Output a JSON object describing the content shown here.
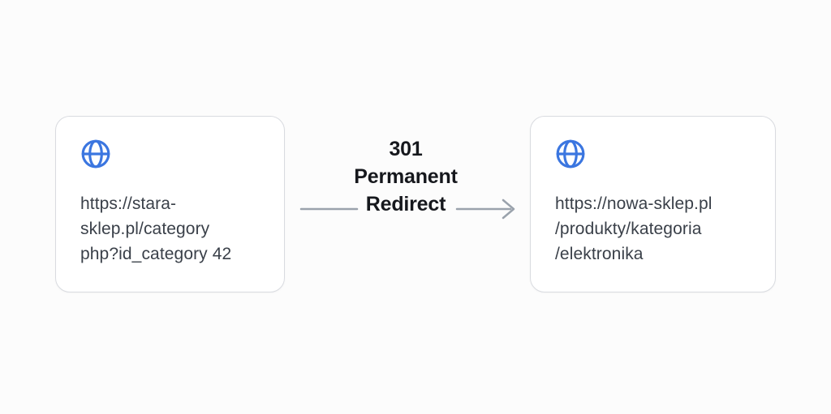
{
  "diagram": {
    "redirect_label": "301\nPermanent\nRedirect",
    "source": {
      "icon": "globe-icon",
      "url_lines": "https://stara-\nsklep.pl/category\nphp?id_category 42"
    },
    "target": {
      "icon": "globe-icon",
      "url_lines": "https://nowa-sklep.pl\n/produkty/kategoria\n/elektronika"
    }
  },
  "colors": {
    "globe_blue": "#3b76e0",
    "card_border": "#d9dbe0",
    "card_bg": "#ffffff",
    "page_bg": "#fcfcfc",
    "url_text": "#3a4049",
    "heading_text": "#16181d",
    "arrow": "#9aa2ac"
  }
}
